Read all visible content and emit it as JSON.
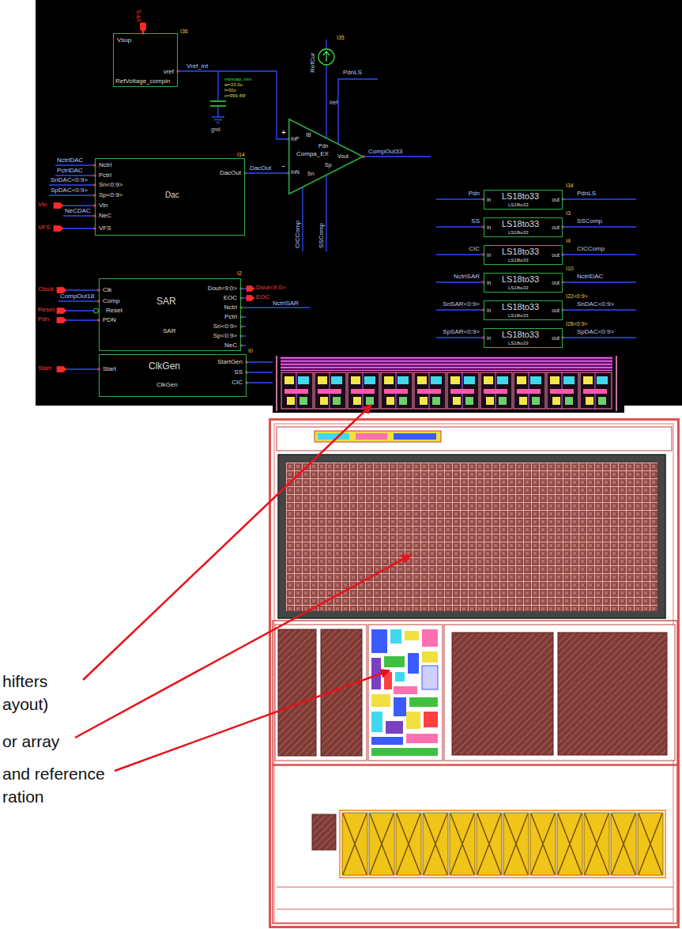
{
  "diagram": {
    "nodes": [
      {
        "text": [
          "Vsup",
          "vref",
          "RefVoltage_compin"
        ]
      },
      {
        "text": [
          "IB",
          "Pdn",
          "InP",
          "Compa_EX",
          "Vout",
          "Sp",
          "InN",
          "Sn"
        ]
      },
      {
        "text": [
          "Nctrl",
          "DacOut",
          "Pctrl",
          "Sn<0:9>",
          "Sp<0:9>",
          "Dac",
          "Vin",
          "NeC",
          "VFS"
        ]
      },
      {
        "text": [
          "Clk",
          "Comp",
          "Reset",
          "PDN",
          "Dout<9:0>",
          "EOC",
          "Nctrl",
          "Pctrl",
          "Sn<0:9>",
          "Sp<0:9>",
          "NeC",
          "SAR",
          "SAR"
        ]
      },
      {
        "text": [
          "Start",
          "ClkGen",
          "StartGen",
          "SS",
          "CIC",
          "ClkGen"
        ]
      },
      {
        "text": [
          "in",
          "LS18to33",
          "LS18to33",
          "out"
        ]
      },
      {
        "text": [
          "in",
          "LS18to33",
          "LS18to33",
          "out"
        ]
      },
      {
        "text": [
          "in",
          "LS18to33",
          "LS18to33",
          "out"
        ]
      },
      {
        "text": [
          "in",
          "LS18to33",
          "LS18to33",
          "out"
        ]
      },
      {
        "text": [
          "in",
          "LS18to33",
          "LS18to33",
          "out"
        ]
      },
      {
        "text": [
          "in",
          "LS18to33",
          "LS18to33",
          "out"
        ]
      }
    ],
    "edges": [
      {
        "from": 0,
        "to": 1,
        "arrow": "none"
      },
      {
        "from": 2,
        "to": 1,
        "arrow": "none"
      }
    ],
    "labels": [
      "VFS",
      "I36",
      "Vref_int",
      "mimcap_mm",
      "w=33.0u",
      "l=30u",
      "c=999.45f",
      "gnd",
      "I35",
      "RefCur",
      "Iref",
      "PdnLS",
      "+",
      "-",
      "CompOut33",
      "CICComp",
      "SSComp",
      "NctrlDAC",
      "PctrlDAC",
      "SnDAC<0:9>",
      "SpDAC<0:9>",
      "Vin",
      "NeCDAC",
      "VFS",
      "I14",
      "DacOut",
      "Pdn",
      "I34",
      "PdnLS",
      "SS",
      "I3",
      "SSComp",
      "CIC",
      "I4",
      "CICComp",
      "NctrlSAR",
      "I10",
      "NctrlDAC",
      "SnSAR<0:9>",
      "I22<0:9>",
      "SnDAC<0:9>",
      "SpSAR<0:9>",
      "I28<0:9>",
      "SpDAC<0:9>",
      "Clock",
      "CompOut18",
      "Reset",
      "Pdn",
      "I2",
      "Dout<9:0>",
      "EOC",
      "NctrlSAR",
      "Start",
      "I0",
      "hifters",
      "ayout)",
      "or array",
      "and reference",
      "ration"
    ]
  }
}
